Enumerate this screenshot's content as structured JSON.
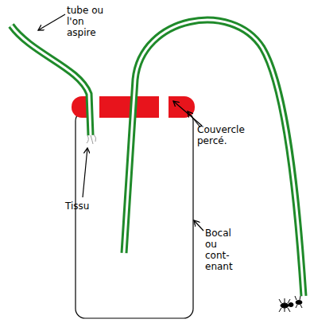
{
  "diagram": {
    "labels": [
      "tube ou l'on aspire",
      "Couvercle percé.",
      "Tissu",
      "Bocal ou cont- enant"
    ]
  }
}
